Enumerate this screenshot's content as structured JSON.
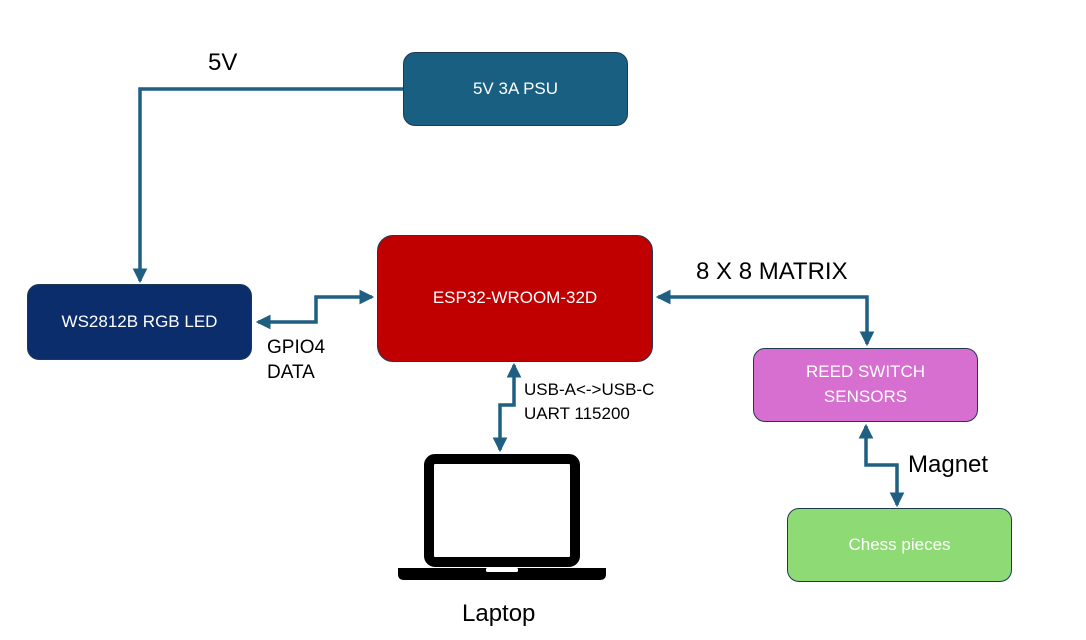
{
  "colors": {
    "wire": "#1f5f82",
    "psu_fill": "#185f81",
    "esp_fill": "#c00000",
    "led_fill": "#0b2d6b",
    "reed_fill": "#d66fcf",
    "chess_fill": "#8edb75",
    "laptop": "#000000"
  },
  "blocks": {
    "psu": "5V 3A PSU",
    "esp32": "ESP32-WROOM-32D",
    "led": "WS2812B  RGB LED",
    "reed": "REED SWITCH\nSENSORS",
    "chess": "Chess pieces"
  },
  "labels": {
    "power": "5V",
    "gpio": "GPIO4\nDATA",
    "usb": "USB-A<->USB-C\nUART 115200",
    "matrix": "8 X 8 MATRIX",
    "magnet": "Magnet",
    "laptop": "Laptop"
  },
  "icons": {
    "laptop": "laptop-icon"
  }
}
